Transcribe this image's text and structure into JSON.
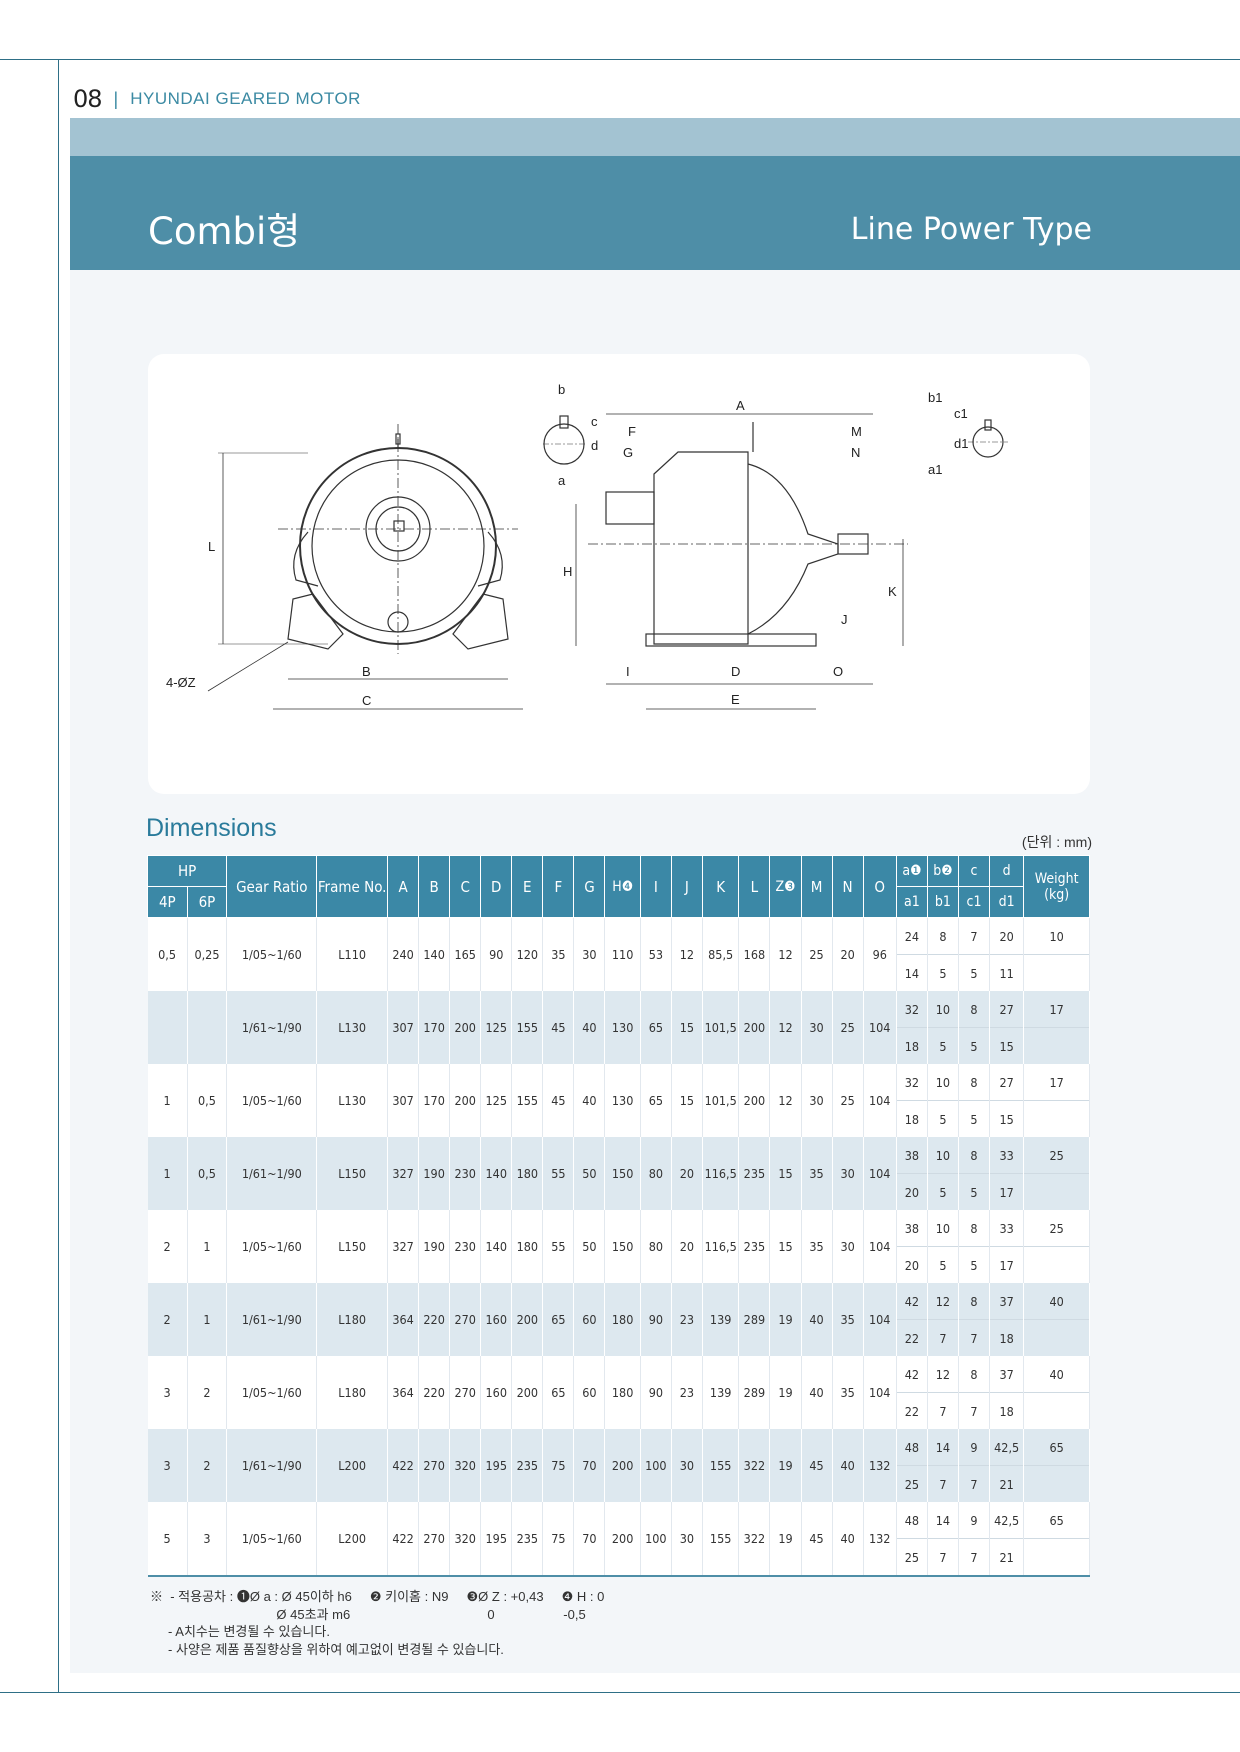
{
  "page": {
    "number": "08",
    "separator": "|",
    "title": "HYUNDAI GEARED MOTOR"
  },
  "band": {
    "title": "Combi형",
    "subtitle": "Line Power Type"
  },
  "drawing": {
    "labels": [
      "L",
      "4-ØZ",
      "B",
      "C",
      "b",
      "c",
      "d",
      "a",
      "A",
      "F",
      "G",
      "M",
      "N",
      "H",
      "K",
      "J",
      "I",
      "D",
      "O",
      "E",
      "b1",
      "c1",
      "d1",
      "a1"
    ]
  },
  "dimensions": {
    "title": "Dimensions",
    "unit": "(단위 : mm)",
    "headers": {
      "hp": "HP",
      "p4": "4P",
      "p6": "6P",
      "gear": "Gear Ratio",
      "frame": "Frame No.",
      "cols": [
        "A",
        "B",
        "C",
        "D",
        "E",
        "F",
        "G",
        "H❹",
        "I",
        "J",
        "K",
        "L",
        "Z❸",
        "M",
        "N",
        "O"
      ],
      "shaft_top": [
        "a❶",
        "b❷",
        "c",
        "d"
      ],
      "shaft_bottom": [
        "a1",
        "b1",
        "c1",
        "d1"
      ],
      "weight": "Weight (kg)"
    },
    "rows": [
      {
        "p4": "0,5",
        "p6": "0,25",
        "gear": "1/05~1/60",
        "frame": "L110",
        "vals": [
          "240",
          "140",
          "165",
          "90",
          "120",
          "35",
          "30",
          "110",
          "53",
          "12",
          "85,5",
          "168",
          "12",
          "25",
          "20",
          "96"
        ],
        "shaft": [
          "24",
          "8",
          "7",
          "20"
        ],
        "shaft1": [
          "14",
          "5",
          "5",
          "11"
        ],
        "weight": "10"
      },
      {
        "p4": "",
        "p6": "",
        "gear": "1/61~1/90",
        "frame": "L130",
        "vals": [
          "307",
          "170",
          "200",
          "125",
          "155",
          "45",
          "40",
          "130",
          "65",
          "15",
          "101,5",
          "200",
          "12",
          "30",
          "25",
          "104"
        ],
        "shaft": [
          "32",
          "10",
          "8",
          "27"
        ],
        "shaft1": [
          "18",
          "5",
          "5",
          "15"
        ],
        "weight": "17"
      },
      {
        "p4": "1",
        "p6": "0,5",
        "gear": "1/05~1/60",
        "frame": "L130",
        "vals": [
          "307",
          "170",
          "200",
          "125",
          "155",
          "45",
          "40",
          "130",
          "65",
          "15",
          "101,5",
          "200",
          "12",
          "30",
          "25",
          "104"
        ],
        "shaft": [
          "32",
          "10",
          "8",
          "27"
        ],
        "shaft1": [
          "18",
          "5",
          "5",
          "15"
        ],
        "weight": "17"
      },
      {
        "p4": "1",
        "p6": "0,5",
        "gear": "1/61~1/90",
        "frame": "L150",
        "vals": [
          "327",
          "190",
          "230",
          "140",
          "180",
          "55",
          "50",
          "150",
          "80",
          "20",
          "116,5",
          "235",
          "15",
          "35",
          "30",
          "104"
        ],
        "shaft": [
          "38",
          "10",
          "8",
          "33"
        ],
        "shaft1": [
          "20",
          "5",
          "5",
          "17"
        ],
        "weight": "25"
      },
      {
        "p4": "2",
        "p6": "1",
        "gear": "1/05~1/60",
        "frame": "L150",
        "vals": [
          "327",
          "190",
          "230",
          "140",
          "180",
          "55",
          "50",
          "150",
          "80",
          "20",
          "116,5",
          "235",
          "15",
          "35",
          "30",
          "104"
        ],
        "shaft": [
          "38",
          "10",
          "8",
          "33"
        ],
        "shaft1": [
          "20",
          "5",
          "5",
          "17"
        ],
        "weight": "25"
      },
      {
        "p4": "2",
        "p6": "1",
        "gear": "1/61~1/90",
        "frame": "L180",
        "vals": [
          "364",
          "220",
          "270",
          "160",
          "200",
          "65",
          "60",
          "180",
          "90",
          "23",
          "139",
          "289",
          "19",
          "40",
          "35",
          "104"
        ],
        "shaft": [
          "42",
          "12",
          "8",
          "37"
        ],
        "shaft1": [
          "22",
          "7",
          "7",
          "18"
        ],
        "weight": "40"
      },
      {
        "p4": "3",
        "p6": "2",
        "gear": "1/05~1/60",
        "frame": "L180",
        "vals": [
          "364",
          "220",
          "270",
          "160",
          "200",
          "65",
          "60",
          "180",
          "90",
          "23",
          "139",
          "289",
          "19",
          "40",
          "35",
          "104"
        ],
        "shaft": [
          "42",
          "12",
          "8",
          "37"
        ],
        "shaft1": [
          "22",
          "7",
          "7",
          "18"
        ],
        "weight": "40"
      },
      {
        "p4": "3",
        "p6": "2",
        "gear": "1/61~1/90",
        "frame": "L200",
        "vals": [
          "422",
          "270",
          "320",
          "195",
          "235",
          "75",
          "70",
          "200",
          "100",
          "30",
          "155",
          "322",
          "19",
          "45",
          "40",
          "132"
        ],
        "shaft": [
          "48",
          "14",
          "9",
          "42,5"
        ],
        "shaft1": [
          "25",
          "7",
          "7",
          "21"
        ],
        "weight": "65"
      },
      {
        "p4": "5",
        "p6": "3",
        "gear": "1/05~1/60",
        "frame": "L200",
        "vals": [
          "422",
          "270",
          "320",
          "195",
          "235",
          "75",
          "70",
          "200",
          "100",
          "30",
          "155",
          "322",
          "19",
          "45",
          "40",
          "132"
        ],
        "shaft": [
          "48",
          "14",
          "9",
          "42,5"
        ],
        "shaft1": [
          "25",
          "7",
          "7",
          "21"
        ],
        "weight": "65"
      }
    ]
  },
  "notes": {
    "line1": "※  - 적용공차 : ❶Ø a : Ø 45이하 h6     ❷ 키이홈 : N9     ❸Ø Z : +0,43     ❹ H : 0",
    "line2": "                                   Ø 45초과 m6                                      0                   -0,5",
    "line3": "     - A치수는 변경될 수 있습니다.",
    "line4": "     - 사양은 제품 품질향상을 위하여 예고없이 변경될 수 있습니다."
  }
}
